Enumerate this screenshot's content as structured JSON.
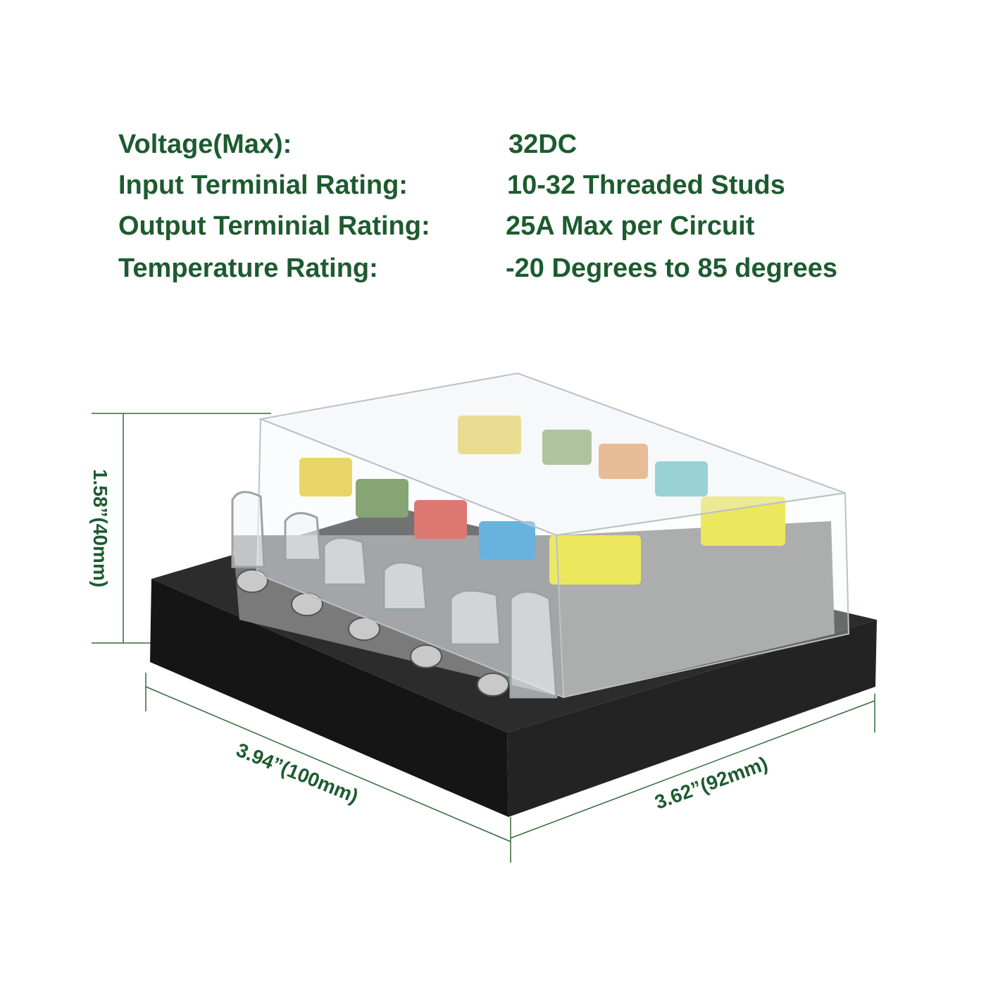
{
  "specs": [
    {
      "label": "Voltage(Max):",
      "value": "32DC"
    },
    {
      "label": "Input Terminial Rating:",
      "value": "10-32 Threaded Studs"
    },
    {
      "label": "Output Terminial Rating:",
      "value": "25A Max per Circuit"
    },
    {
      "label": "Temperature Rating:",
      "value": "-20 Degrees to 85 degrees"
    }
  ],
  "dimensions": {
    "height": "1.58”(40mm)",
    "width": "3.94”(100mm)",
    "depth": "3.62”(92mm)"
  },
  "colors": {
    "text": "#1d5b2f",
    "dimension_line": "#2f6b3c",
    "base": "#1e1e1e",
    "fuse_yellow": "#e3c21a",
    "fuse_red": "#d2332a",
    "fuse_blue": "#1e8fd0",
    "fuse_green": "#4a7a2e",
    "fuse_orange": "#e07a22"
  }
}
